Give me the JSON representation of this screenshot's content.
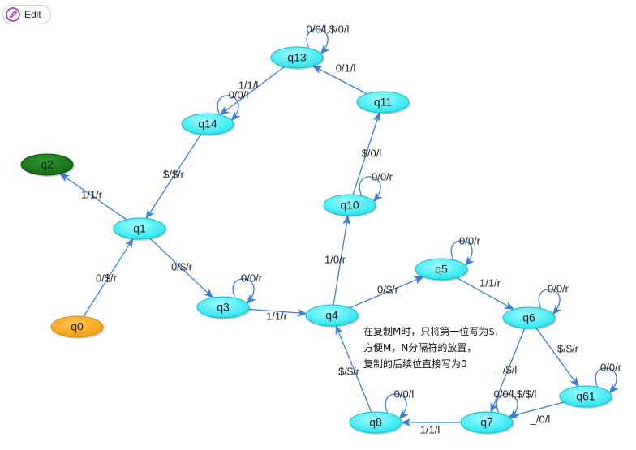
{
  "toolbar": {
    "edit_label": "Edit",
    "edit_icon": "pencil-icon"
  },
  "colors": {
    "state": "#3ef0f7",
    "start": "#f7a21b",
    "accept": "#1f7a1f",
    "edge": "#3a7fd5"
  },
  "nodes": [
    {
      "id": "q0",
      "label": "q0"
    },
    {
      "id": "q1",
      "label": "q1"
    },
    {
      "id": "q2",
      "label": "q2"
    },
    {
      "id": "q3",
      "label": "q3"
    },
    {
      "id": "q4",
      "label": "q4"
    },
    {
      "id": "q5",
      "label": "q5"
    },
    {
      "id": "q6",
      "label": "q6"
    },
    {
      "id": "q61",
      "label": "q61"
    },
    {
      "id": "q7",
      "label": "q7"
    },
    {
      "id": "q8",
      "label": "q8"
    },
    {
      "id": "q10",
      "label": "q10"
    },
    {
      "id": "q11",
      "label": "q11"
    },
    {
      "id": "q13",
      "label": "q13"
    },
    {
      "id": "q14",
      "label": "q14"
    }
  ],
  "edges": [
    {
      "from": "q0",
      "to": "q1",
      "label": "0/$/r"
    },
    {
      "from": "q1",
      "to": "q2",
      "label": "1/1/r"
    },
    {
      "from": "q1",
      "to": "q3",
      "label": "0/$/r"
    },
    {
      "from": "q3",
      "to": "q3",
      "label": "0/0/r"
    },
    {
      "from": "q3",
      "to": "q4",
      "label": "1/1/r"
    },
    {
      "from": "q4",
      "to": "q10",
      "label": "1/0/r"
    },
    {
      "from": "q4",
      "to": "q5",
      "label": "0/$/r"
    },
    {
      "from": "q5",
      "to": "q5",
      "label": "0/0/r"
    },
    {
      "from": "q5",
      "to": "q6",
      "label": "1/1/r"
    },
    {
      "from": "q6",
      "to": "q6",
      "label": "0/0/r"
    },
    {
      "from": "q6",
      "to": "q61",
      "label": "$/$/r"
    },
    {
      "from": "q6",
      "to": "q7",
      "label": "_/$/l"
    },
    {
      "from": "q61",
      "to": "q61",
      "label": "0/0/r"
    },
    {
      "from": "q61",
      "to": "q7",
      "label": "_/0/l"
    },
    {
      "from": "q7",
      "to": "q7",
      "label": "0/0/l,$/$/l"
    },
    {
      "from": "q7",
      "to": "q8",
      "label": "1/1/l"
    },
    {
      "from": "q8",
      "to": "q8",
      "label": "0/0/l"
    },
    {
      "from": "q8",
      "to": "q4",
      "label": "$/$/r"
    },
    {
      "from": "q10",
      "to": "q10",
      "label": "0/0/r"
    },
    {
      "from": "q10",
      "to": "q11",
      "label": "$/0/l"
    },
    {
      "from": "q11",
      "to": "q13",
      "label": "0/1/l"
    },
    {
      "from": "q13",
      "to": "q13",
      "label": "0/0/l,$/0/l"
    },
    {
      "from": "q13",
      "to": "q14",
      "label": "1/1/l"
    },
    {
      "from": "q14",
      "to": "q14",
      "label": "0/0/l"
    },
    {
      "from": "q14",
      "to": "q1",
      "label": "$/$/r"
    }
  ],
  "note": {
    "lines": [
      "在复制M时，只将第一位写为$,",
      "方便M，N分隔符的放置，",
      "复制的后续位直接写为0"
    ]
  }
}
